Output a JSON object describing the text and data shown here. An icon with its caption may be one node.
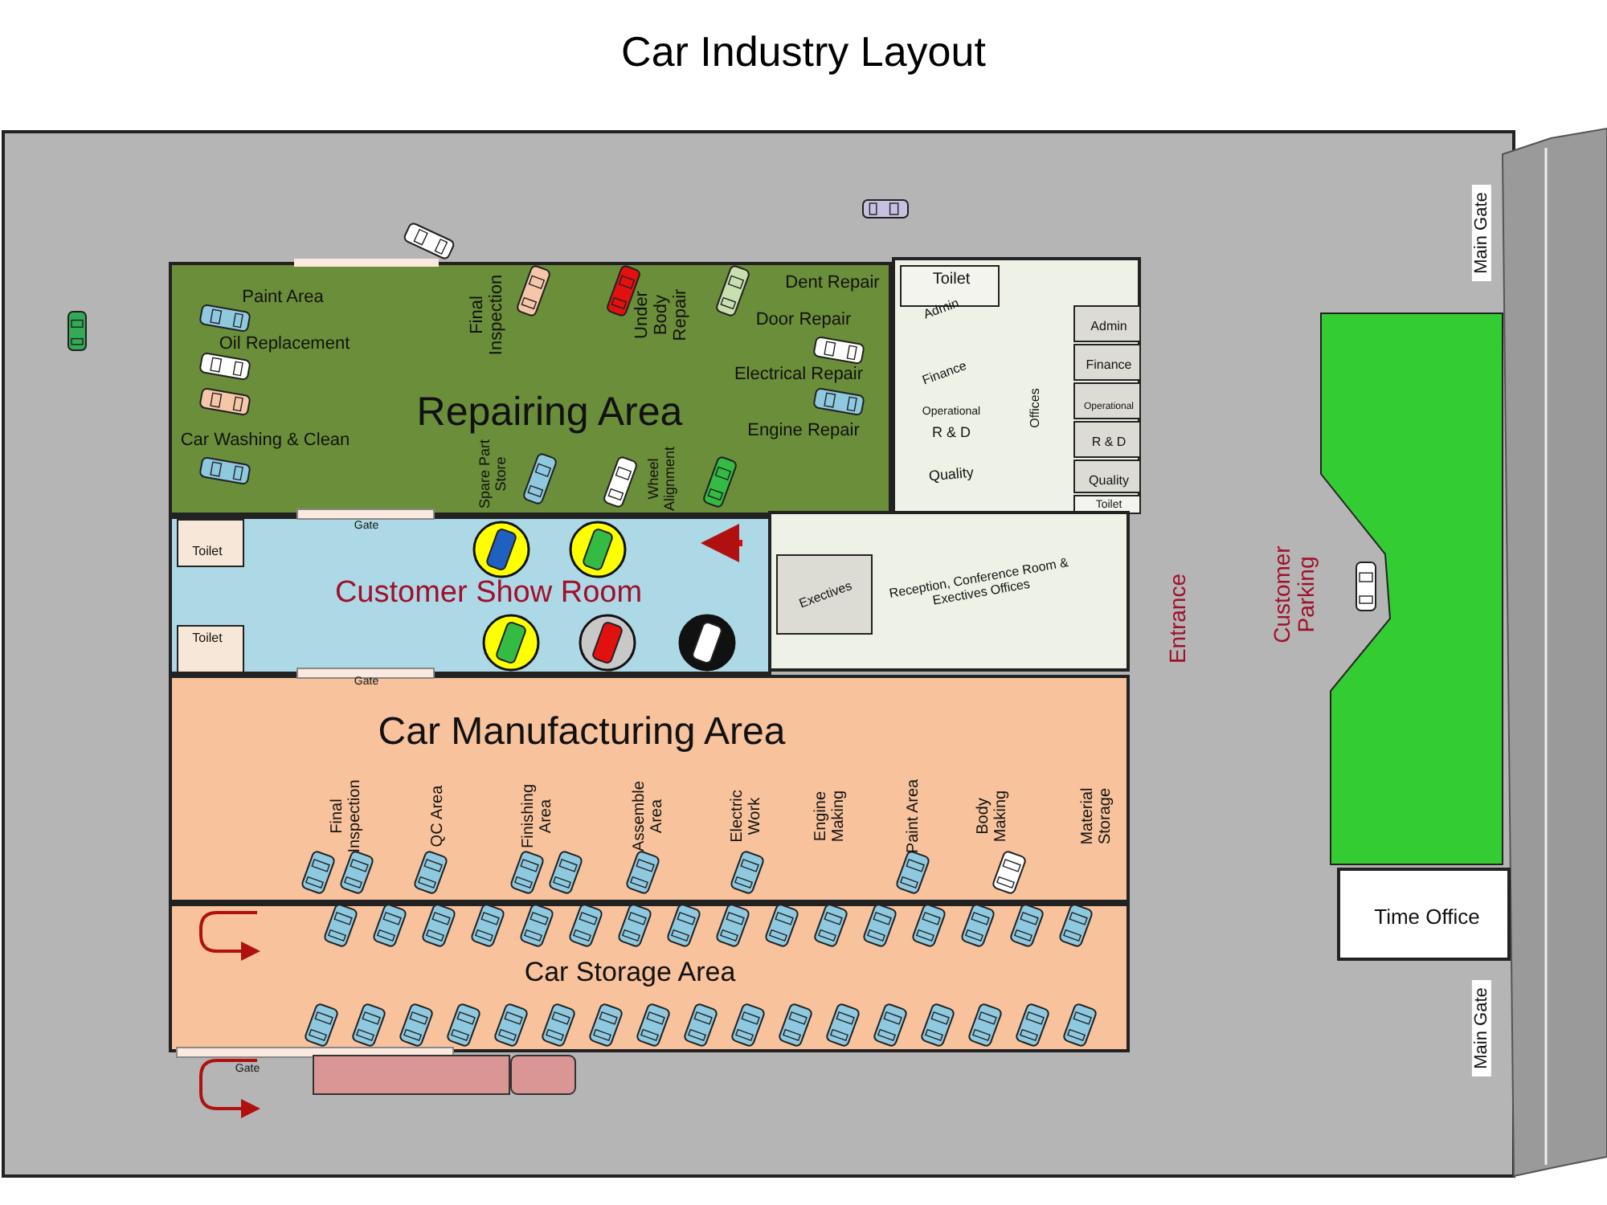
{
  "diagram": {
    "title": "Car Industry Layout",
    "nodes": [
      {
        "text": [
          "Repairing Area"
        ]
      },
      {
        "text": [
          "Offices"
        ]
      },
      {
        "text": [
          "Toilet"
        ],
        "in": 1
      },
      {
        "text": [
          "Admin"
        ],
        "in": 1
      },
      {
        "text": [
          "Finance"
        ],
        "in": 1
      },
      {
        "text": [
          "Operational"
        ],
        "in": 1
      },
      {
        "text": [
          "R & D"
        ],
        "in": 1
      },
      {
        "text": [
          "Quality"
        ],
        "in": 1
      },
      {
        "text": [
          "Toilet"
        ],
        "in": 1
      },
      {
        "text": [
          "Customer Show Room"
        ]
      },
      {
        "text": [
          "Toilet"
        ],
        "in": 9
      },
      {
        "text": [
          "Toilet"
        ],
        "in": 9
      },
      {
        "text": [
          "Reception, Conference Room & Exectives Offices"
        ]
      },
      {
        "text": [
          "Exectives"
        ],
        "in": 12
      },
      {
        "text": [
          "Car Manufacturing Area"
        ]
      },
      {
        "text": [
          "Car Storage Area"
        ]
      },
      {
        "text": [
          "Customer Parking"
        ]
      },
      {
        "text": [
          "Time Office"
        ]
      }
    ],
    "edges": [],
    "labels": [
      "Main Gate",
      "Paint Area",
      "Dent Repair",
      "Final Inspection",
      "Under Body Repair",
      "Oil Replacement",
      "Door Repair",
      "Electrical Repair",
      "Car Washing & Clean",
      "Engine Repair",
      "Spare Part Store",
      "Wheel Alignment",
      "Admin",
      "Finance",
      "Operational",
      "R & D",
      "Quality",
      "Gate",
      "Gate",
      "Entrance",
      "Final Inspection",
      "QC Area",
      "Finishing Area",
      "Assemble Area",
      "Electric Work",
      "Engine Making",
      "Paint Area",
      "Body Making",
      "Material Storage",
      "Gate",
      "Main Gate"
    ]
  }
}
